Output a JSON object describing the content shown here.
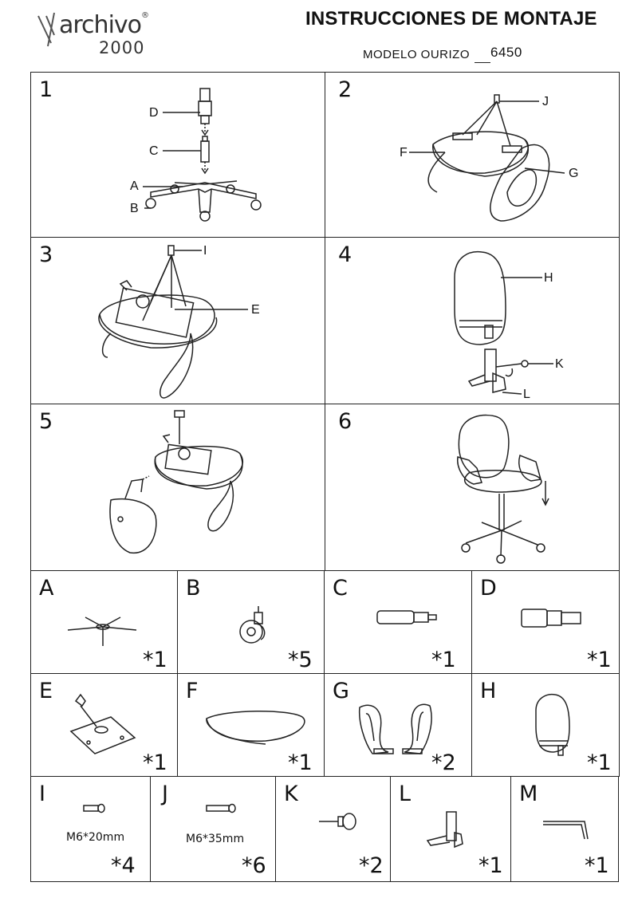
{
  "header": {
    "brand": "archivo",
    "brand_reg": "®",
    "brand_year": "2000",
    "title": "INSTRUCCIONES DE MONTAJE",
    "model_label": "MODELO OURIZO",
    "model_number": "6450"
  },
  "steps": [
    {
      "number": "1",
      "labels": [
        "D",
        "C",
        "A",
        "B"
      ]
    },
    {
      "number": "2",
      "labels": [
        "J",
        "F",
        "G"
      ]
    },
    {
      "number": "3",
      "labels": [
        "I",
        "E"
      ]
    },
    {
      "number": "4",
      "labels": [
        "H",
        "K",
        "L"
      ]
    },
    {
      "number": "5",
      "labels": []
    },
    {
      "number": "6",
      "labels": []
    }
  ],
  "parts": [
    {
      "letter": "A",
      "qty": "*1"
    },
    {
      "letter": "B",
      "qty": "*5"
    },
    {
      "letter": "C",
      "qty": "*1"
    },
    {
      "letter": "D",
      "qty": "*1"
    },
    {
      "letter": "E",
      "qty": "*1"
    },
    {
      "letter": "F",
      "qty": "*1"
    },
    {
      "letter": "G",
      "qty": "*2"
    },
    {
      "letter": "H",
      "qty": "*1"
    },
    {
      "letter": "I",
      "qty": "*4",
      "spec": "M6*20mm"
    },
    {
      "letter": "J",
      "qty": "*6",
      "spec": "M6*35mm"
    },
    {
      "letter": "K",
      "qty": "*2"
    },
    {
      "letter": "L",
      "qty": "*1"
    },
    {
      "letter": "M",
      "qty": "*1"
    }
  ],
  "icons": [
    "brand-logo-icon",
    "chair-base-icon",
    "caster-icon",
    "gas-lift-icon",
    "cylinder-cover-icon",
    "mechanism-plate-icon",
    "seat-icon",
    "armrest-icon",
    "backrest-icon",
    "screw-icon",
    "knob-icon",
    "back-support-icon",
    "allen-key-icon"
  ]
}
